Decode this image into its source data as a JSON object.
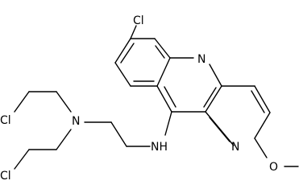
{
  "structure": {
    "atoms": {
      "chlorine_top": "Cl",
      "ring_nitrogen_center": "N",
      "ring_nitrogen_lower": "N",
      "amine_nh": "NH",
      "tertiary_nitrogen": "N",
      "chlorine_left_upper": "Cl",
      "chlorine_left_lower": "Cl",
      "methoxy_oxygen": "O"
    }
  }
}
